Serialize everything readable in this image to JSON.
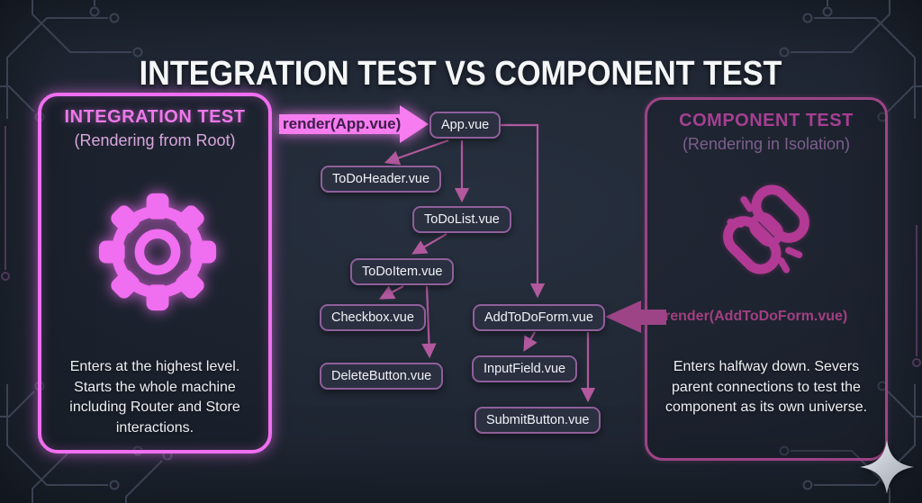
{
  "title": "INTEGRATION TEST VS COMPONENT TEST",
  "integration_panel": {
    "heading": "INTEGRATION TEST",
    "subheading": "(Rendering from Root)",
    "icon": "gear-icon",
    "body": "Enters at the highest level. Starts the whole machine including Router and Store interactions.",
    "render_label": "render(App.vue)"
  },
  "component_panel": {
    "heading": "COMPONENT TEST",
    "subheading": "(Rendering in Isolation)",
    "icon": "broken-link-icon",
    "body": "Enters halfway down. Severs parent connections to test the component as its own universe.",
    "render_label": "render(AddToDoForm.vue)"
  },
  "diagram": {
    "nodes": [
      {
        "id": "app",
        "label": "App.vue"
      },
      {
        "id": "todo-header",
        "label": "ToDoHeader.vue"
      },
      {
        "id": "todo-list",
        "label": "ToDoList.vue"
      },
      {
        "id": "todo-item",
        "label": "ToDoItem.vue"
      },
      {
        "id": "checkbox",
        "label": "Checkbox.vue"
      },
      {
        "id": "add-todo-form",
        "label": "AddToDoForm.vue"
      },
      {
        "id": "delete-button",
        "label": "DeleteButton.vue"
      },
      {
        "id": "input-field",
        "label": "InputField.vue"
      },
      {
        "id": "submit-button",
        "label": "SubmitButton.vue"
      }
    ],
    "edges": [
      {
        "from": "App.vue",
        "to": "ToDoHeader.vue"
      },
      {
        "from": "App.vue",
        "to": "ToDoList.vue"
      },
      {
        "from": "App.vue",
        "to": "AddToDoForm.vue"
      },
      {
        "from": "ToDoList.vue",
        "to": "ToDoItem.vue"
      },
      {
        "from": "ToDoItem.vue",
        "to": "Checkbox.vue"
      },
      {
        "from": "ToDoItem.vue",
        "to": "DeleteButton.vue"
      },
      {
        "from": "AddToDoForm.vue",
        "to": "InputField.vue"
      },
      {
        "from": "AddToDoForm.vue",
        "to": "SubmitButton.vue"
      }
    ]
  },
  "logo": "sparkle-icon",
  "colors": {
    "background": "#1e2531",
    "neon_pink": "#f06ef0",
    "muted_magenta": "#9c4486",
    "connector": "#b2589d",
    "node_border": "#8f5f9b",
    "node_fill": "#2b3040",
    "text_light": "#edeff2",
    "render_app_text": "#3d1c49",
    "render_form_text": "#a13f82"
  }
}
